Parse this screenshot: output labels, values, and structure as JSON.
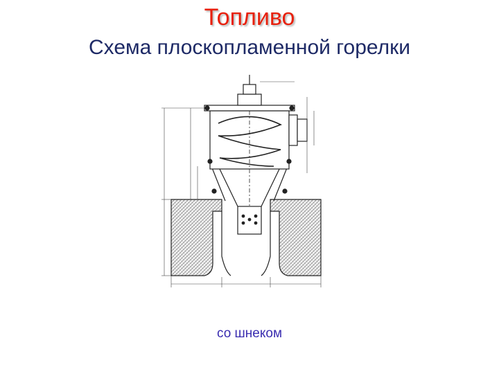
{
  "slide": {
    "title": "Топливо",
    "subtitle": "Схема плоскопламенной горелки",
    "caption": "со шнеком"
  },
  "colors": {
    "title": "#e8200c",
    "subtitle": "#1e2a66",
    "caption": "#3a2db0",
    "drawing_line": "#222222"
  }
}
